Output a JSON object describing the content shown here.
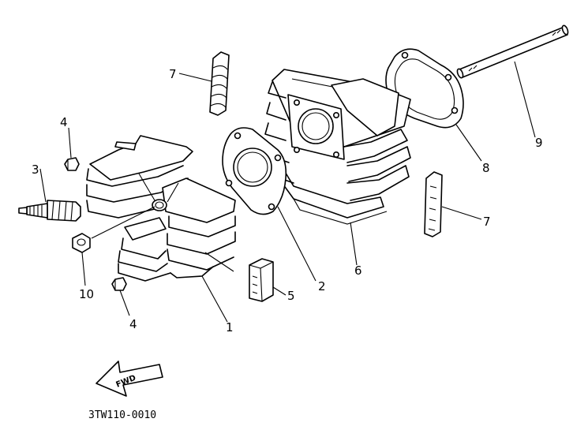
{
  "diagram": {
    "part_labels": {
      "p1": "1",
      "p2": "2",
      "p3": "3",
      "p4a": "4",
      "p4b": "4",
      "p5": "5",
      "p6": "6",
      "p7a": "7",
      "p7b": "7",
      "p8": "8",
      "p9": "9",
      "p10": "10"
    },
    "fwd_text": "FWD",
    "diagram_code": "3TW110-0010"
  }
}
